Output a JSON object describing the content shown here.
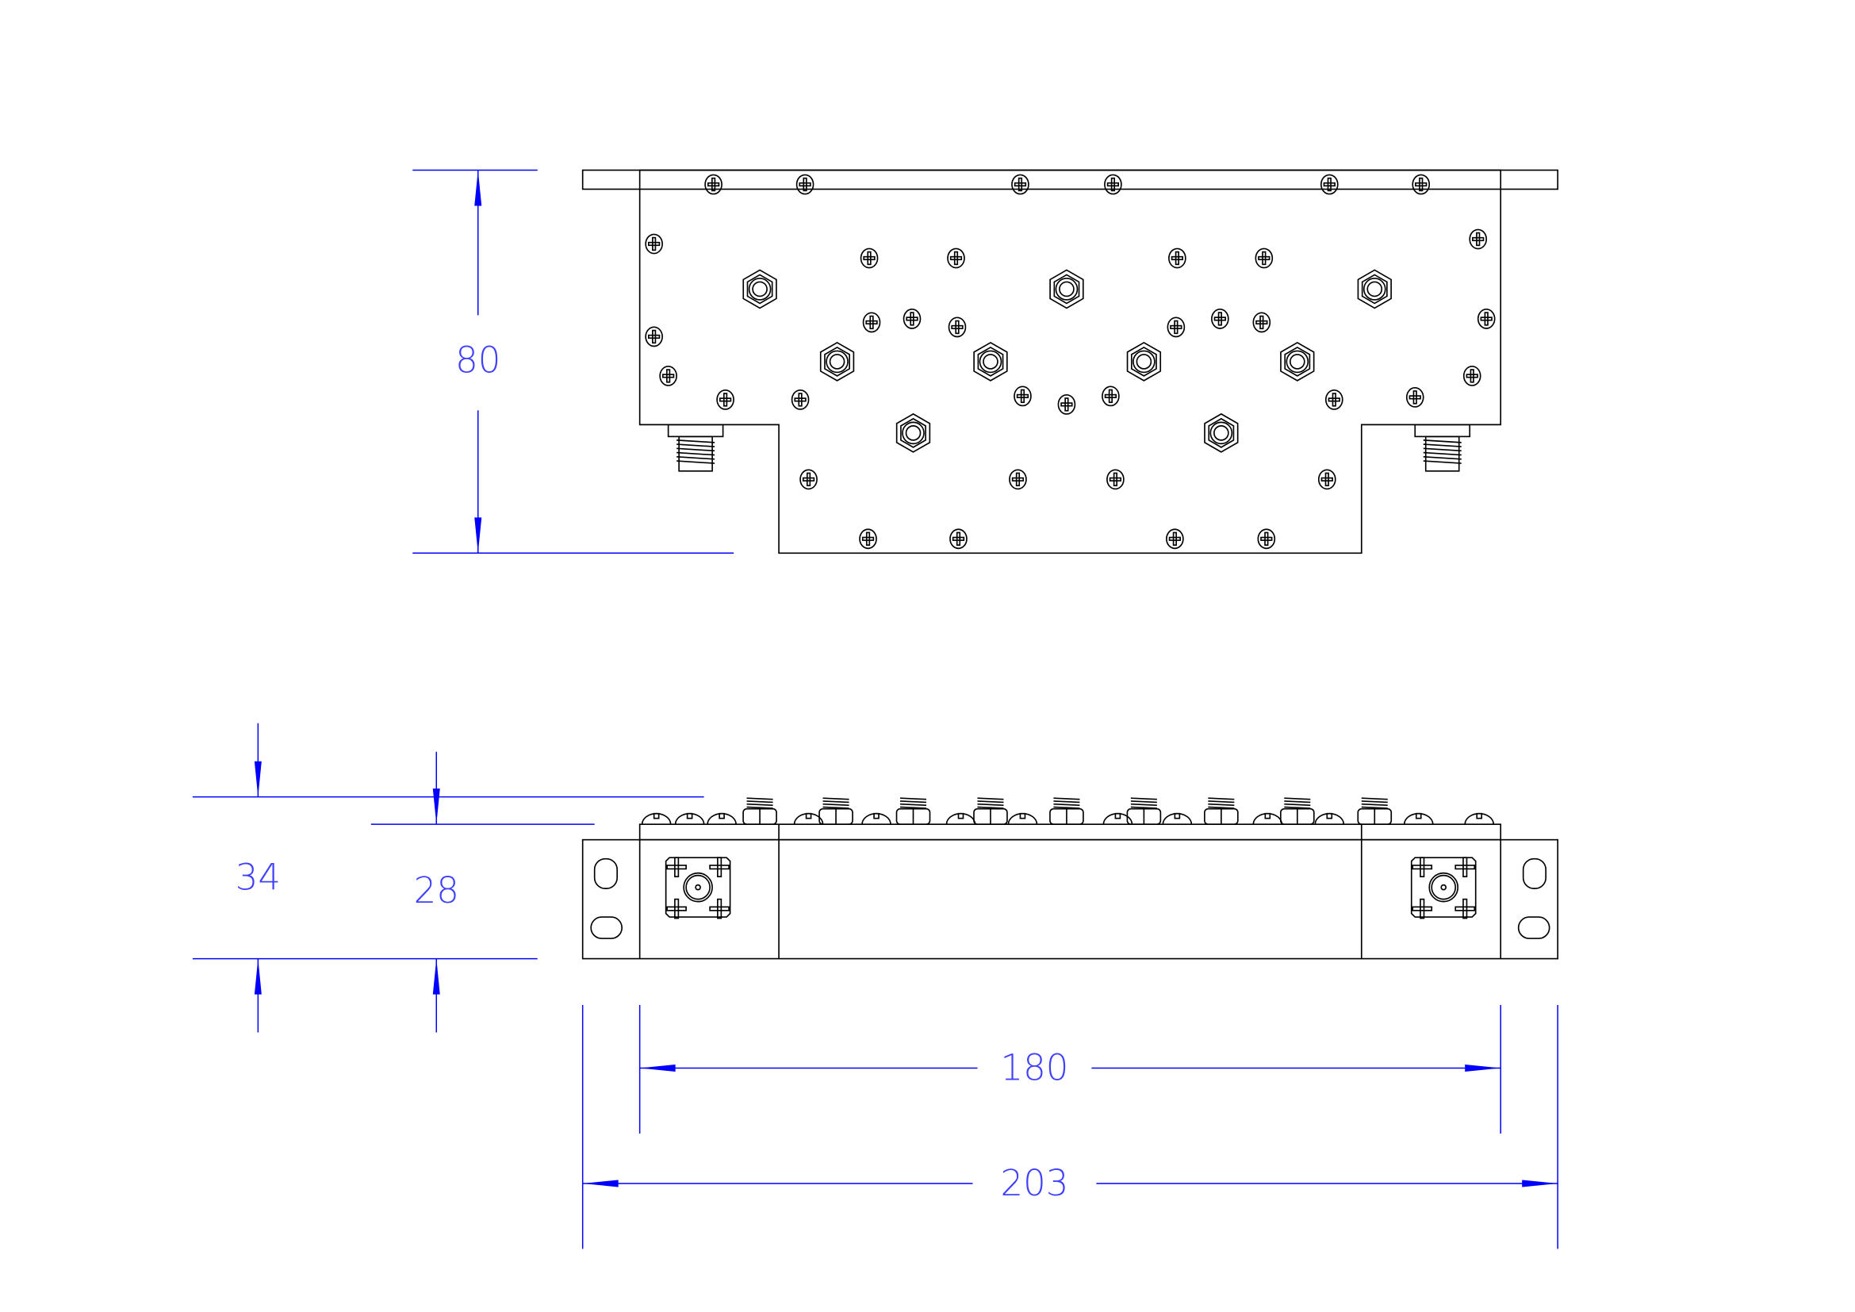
{
  "drawing": {
    "dimensions": {
      "top_view_height": "80",
      "total_height": "34",
      "body_height": "28",
      "body_length": "180",
      "total_length": "203"
    },
    "colors": {
      "dimension": "#0000ff",
      "outline": "#000000"
    }
  }
}
